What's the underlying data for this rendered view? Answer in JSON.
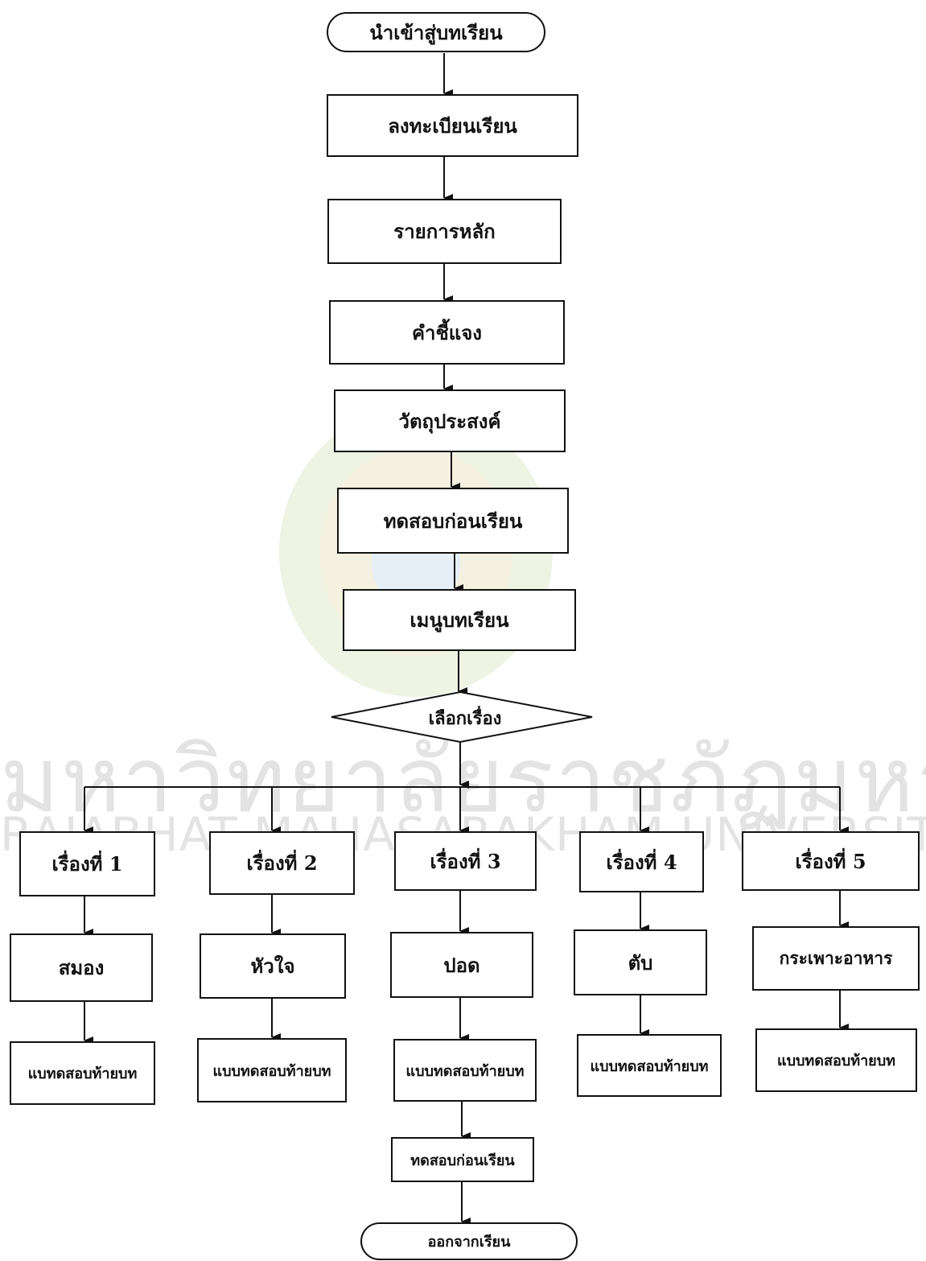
{
  "watermark": {
    "thai": "มหาวิทยาลัยราชภัฏมหาสารคาม",
    "english": "RAJABHAT MAHASARAKHAM UNIVERSITY"
  },
  "flow": {
    "start": "นำเข้าสู่บทเรียน",
    "register": "ลงทะเบียนเรียน",
    "main_menu": "รายการหลัก",
    "instructions": "คำชี้แจง",
    "objectives": "วัตถุประสงค์",
    "pretest": "ทดสอบก่อนเรียน",
    "lesson_menu": "เมนูบทเรียน",
    "decision": "เลือกเรื่อง",
    "topics": [
      {
        "title": "เรื่องที่ 1",
        "content": "สมอง",
        "test": "แบทดสอบท้ายบท"
      },
      {
        "title": "เรื่องที่ 2",
        "content": "หัวใจ",
        "test": "แบบทดสอบท้ายบท"
      },
      {
        "title": "เรื่องที่ 3",
        "content": "ปอด",
        "test": "แบบทดสอบท้ายบท"
      },
      {
        "title": "เรื่องที่ 4",
        "content": "ตับ",
        "test": "แบบทดสอบท้ายบท"
      },
      {
        "title": "เรื่องที่ 5",
        "content": "กระเพาะอาหาร",
        "test": "แบบทดสอบท้ายบท"
      }
    ],
    "final_test": "ทดสอบก่อนเรียน",
    "end": "ออกจากเรียน"
  }
}
